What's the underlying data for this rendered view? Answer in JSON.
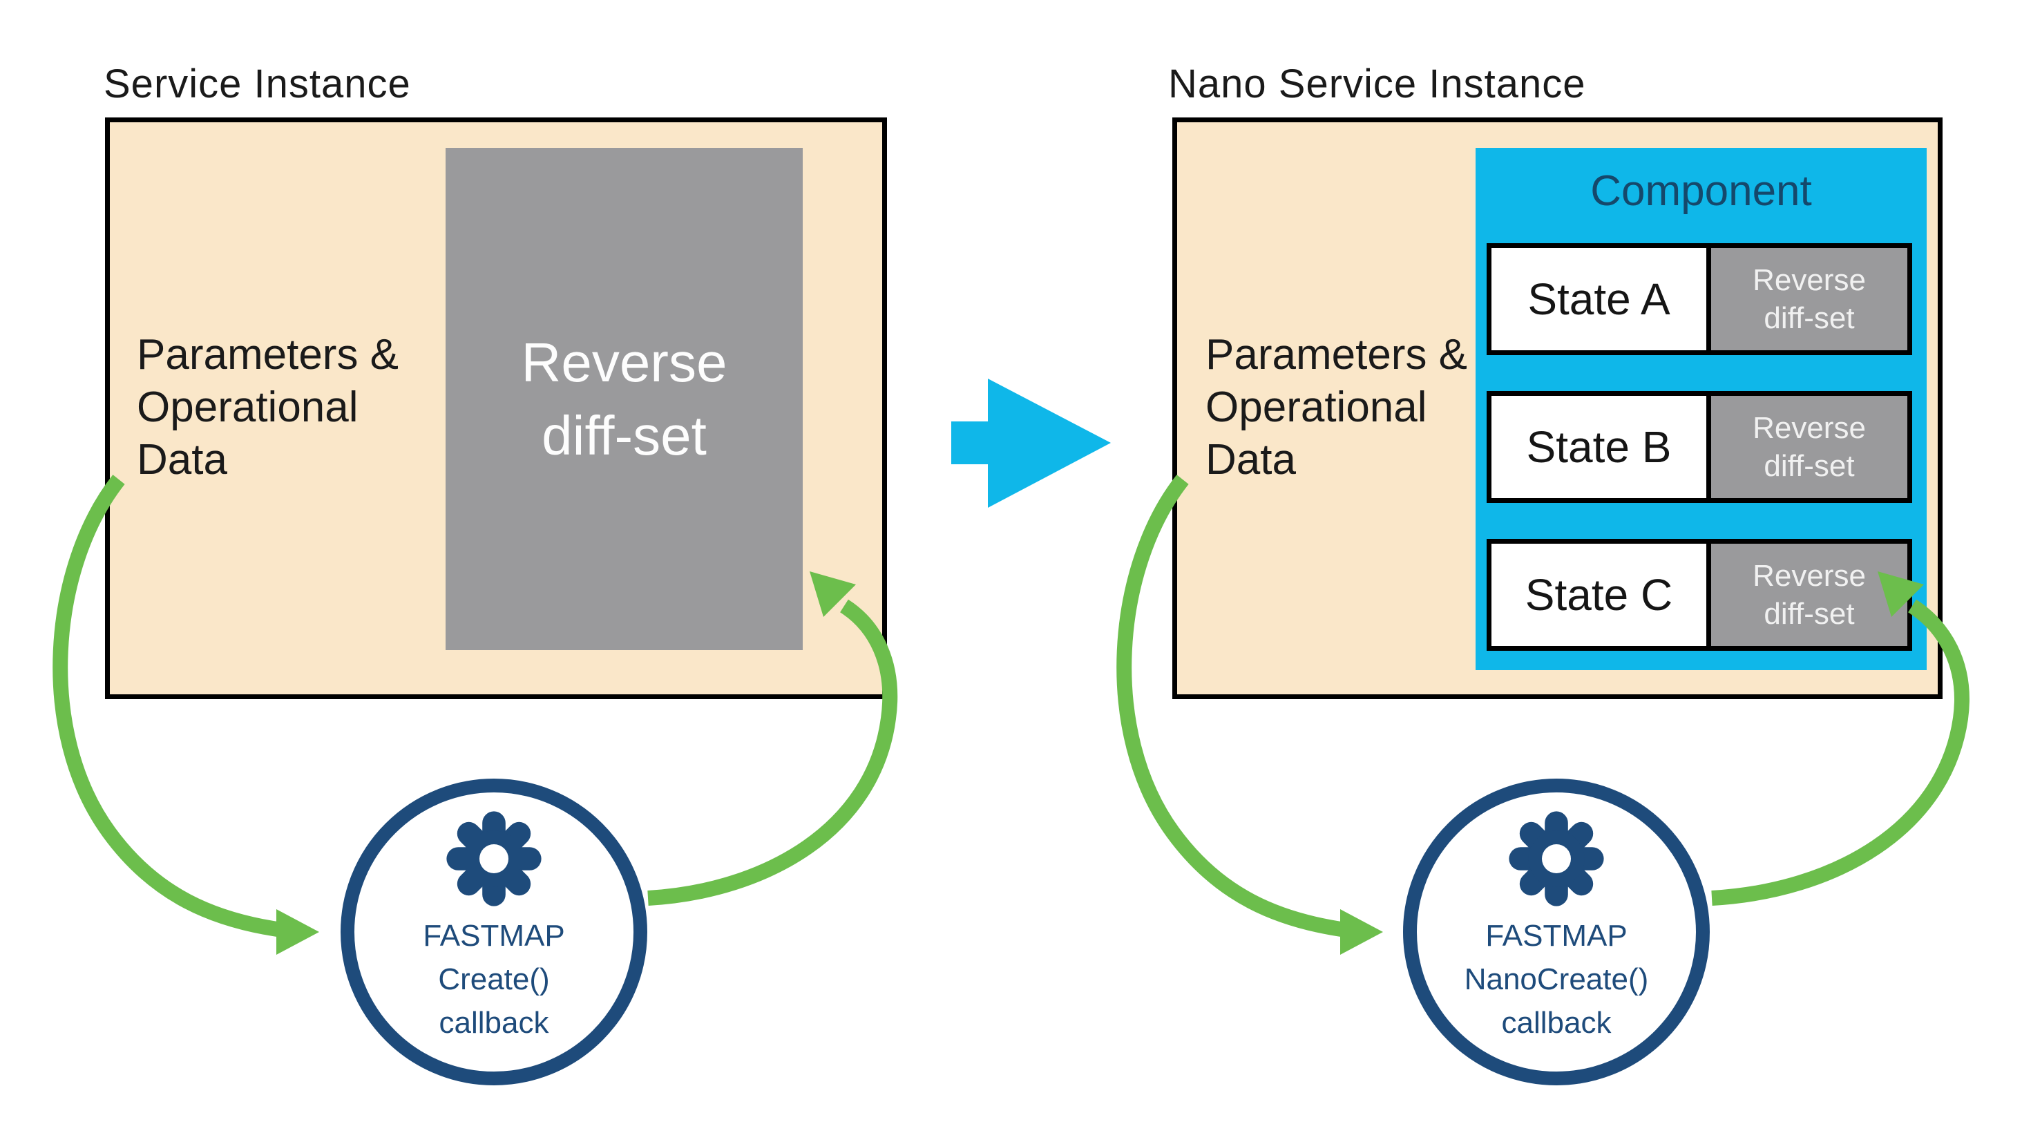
{
  "left_panel": {
    "title": "Service Instance",
    "params": {
      "line1": "Parameters &",
      "line2": "Operational",
      "line3": "Data"
    },
    "reverse_box": {
      "line1": "Reverse",
      "line2": "diff-set"
    },
    "callback": {
      "line1": "FASTMAP",
      "line2": "Create()",
      "line3": "callback"
    }
  },
  "right_panel": {
    "title": "Nano Service Instance",
    "params": {
      "line1": "Parameters &",
      "line2": "Operational",
      "line3": "Data"
    },
    "component": {
      "label": "Component",
      "states": [
        {
          "name": "State A",
          "reverse_line1": "Reverse",
          "reverse_line2": "diff-set"
        },
        {
          "name": "State B",
          "reverse_line1": "Reverse",
          "reverse_line2": "diff-set"
        },
        {
          "name": "State C",
          "reverse_line1": "Reverse",
          "reverse_line2": "diff-set"
        }
      ]
    },
    "callback": {
      "line1": "FASTMAP",
      "line2": "NanoCreate()",
      "line3": "callback"
    }
  },
  "colors": {
    "tan": "#FAE7C9",
    "cyan": "#0FB7E9",
    "gray": "#9A9A9C",
    "green": "#6CBE4C",
    "navy": "#1E4B7B",
    "component_text": "#15486B",
    "border": "#000000"
  }
}
